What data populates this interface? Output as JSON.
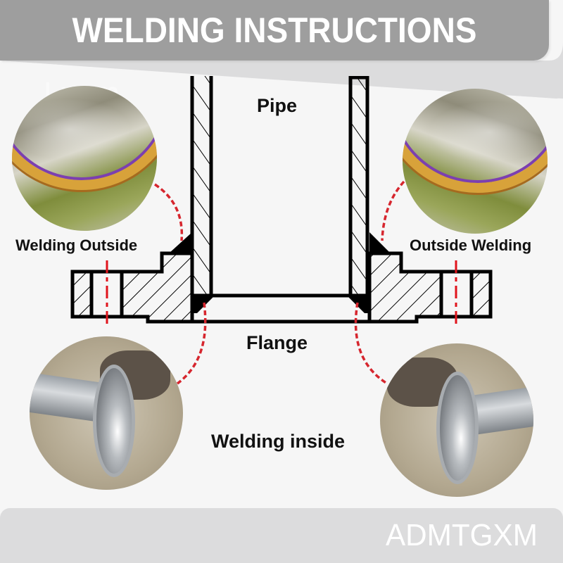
{
  "header": {
    "title": "WELDING INSTRUCTIONS",
    "watermark": "Lxom"
  },
  "footer": {
    "brand": "ADMTGXM"
  },
  "labels": {
    "pipe": "Pipe",
    "flange": "Flange",
    "welding_outside_left": "Welding Outside",
    "outside_welding_right": "Outside Welding",
    "welding_inside": "Welding inside"
  },
  "photos": [
    {
      "id": "top-left",
      "subject": "outside weld bead on pipe-flange joint"
    },
    {
      "id": "top-right",
      "subject": "outside weld bead on pipe-flange joint"
    },
    {
      "id": "bottom-left",
      "subject": "welding inside flange on pipe"
    },
    {
      "id": "bottom-right",
      "subject": "welding inside flange on pipe"
    }
  ],
  "colors": {
    "header_bg": "#9e9e9e",
    "footer_bg": "#dcdcdd",
    "leader_line": "#d6262e",
    "centerline": "#e0141c",
    "weld": "#000000"
  }
}
